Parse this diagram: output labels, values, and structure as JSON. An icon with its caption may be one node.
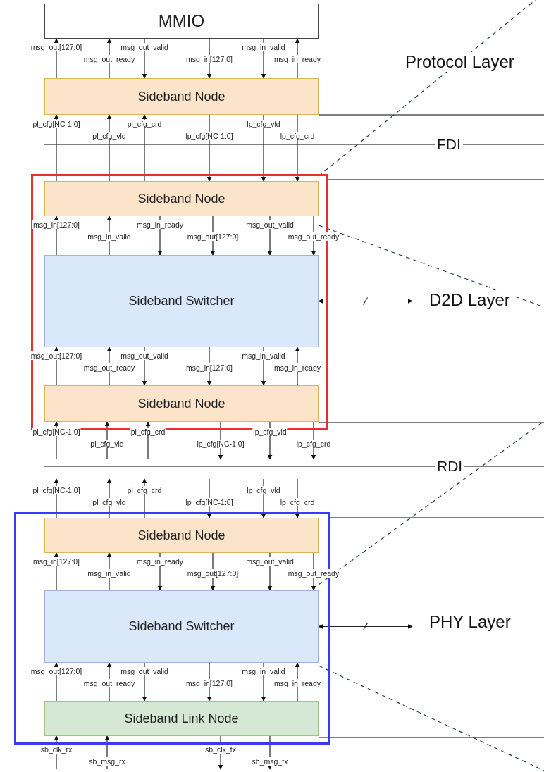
{
  "diagram": {
    "nodes": [
      {
        "text": [
          "MMIO"
        ]
      },
      {
        "text": [
          "Sideband Node"
        ]
      },
      {
        "text": [],
        "shape": "box"
      },
      {
        "text": [
          "Sideband Node"
        ],
        "in": 2
      },
      {
        "text": [
          "Sideband Switcher"
        ],
        "in": 2
      },
      {
        "text": [
          "Sideband Node"
        ],
        "in": 2
      },
      {
        "text": [],
        "shape": "box"
      },
      {
        "text": [
          "Sideband Node"
        ],
        "in": 6
      },
      {
        "text": [
          "Sideband Switcher"
        ],
        "in": 6
      },
      {
        "text": [
          "Sideband Link Node"
        ],
        "in": 6
      }
    ],
    "edges": [
      {
        "from": 1,
        "to": 0,
        "arrow": "to",
        "label": "msg_out[127:0]"
      },
      {
        "from": 1,
        "to": 0,
        "arrow": "to",
        "label": "msg_out_ready"
      },
      {
        "from": 0,
        "to": 1,
        "arrow": "to",
        "label": "msg_out_valid"
      },
      {
        "from": 0,
        "to": 1,
        "arrow": "to",
        "label": "msg_in[127:0]"
      },
      {
        "from": 0,
        "to": 1,
        "arrow": "to",
        "label": "msg_in_valid"
      },
      {
        "from": 1,
        "to": 0,
        "arrow": "to",
        "label": "msg_in_ready"
      },
      {
        "from": 3,
        "to": 1,
        "arrow": "to",
        "label": "pl_cfg[NC-1:0]"
      },
      {
        "from": 3,
        "to": 1,
        "arrow": "to",
        "label": "pl_cfg_vld"
      },
      {
        "from": 3,
        "to": 1,
        "arrow": "to",
        "label": "pl_cfg_crd"
      },
      {
        "from": 1,
        "to": 3,
        "arrow": "to",
        "label": "lp_cfg[NC-1:0]"
      },
      {
        "from": 1,
        "to": 3,
        "arrow": "to",
        "label": "lp_cfg_vld"
      },
      {
        "from": 1,
        "to": 3,
        "arrow": "to",
        "label": "lp_cfg_crd"
      },
      {
        "from": 4,
        "to": 3,
        "arrow": "to",
        "label": "msg_in[127:0]"
      },
      {
        "from": 4,
        "to": 3,
        "arrow": "to",
        "label": "msg_in_valid"
      },
      {
        "from": 3,
        "to": 4,
        "arrow": "to",
        "label": "msg_in_ready"
      },
      {
        "from": 3,
        "to": 4,
        "arrow": "to",
        "label": "msg_out[127:0]"
      },
      {
        "from": 3,
        "to": 4,
        "arrow": "to",
        "label": "msg_out_valid"
      },
      {
        "from": 3,
        "to": 4,
        "arrow": "to",
        "label": "msg_out_ready"
      },
      {
        "from": 5,
        "to": 4,
        "arrow": "to",
        "label": "msg_out[127:0]"
      },
      {
        "from": 5,
        "to": 4,
        "arrow": "to",
        "label": "msg_out_ready"
      },
      {
        "from": 4,
        "to": 5,
        "arrow": "to",
        "label": "msg_out_valid"
      },
      {
        "from": 4,
        "to": 5,
        "arrow": "to",
        "label": "msg_in[127:0]"
      },
      {
        "from": 4,
        "to": 5,
        "arrow": "to",
        "label": "msg_in_valid"
      },
      {
        "from": 5,
        "to": 4,
        "arrow": "to",
        "label": "msg_in_ready"
      },
      {
        "from": null,
        "to": 5,
        "arrow": "to",
        "label": "pl_cfg[NC-1:0]"
      },
      {
        "from": null,
        "to": 5,
        "arrow": "to",
        "label": "pl_cfg_vld"
      },
      {
        "from": null,
        "to": 5,
        "arrow": "to",
        "label": "pl_cfg_crd"
      },
      {
        "from": 5,
        "to": null,
        "arrow": "to",
        "label": "lp_cfg[NC-1:0]"
      },
      {
        "from": 5,
        "to": null,
        "arrow": "to",
        "label": "lp_cfg_vld"
      },
      {
        "from": 5,
        "to": null,
        "arrow": "to",
        "label": "lp_cfg_crd"
      },
      {
        "from": 7,
        "to": null,
        "arrow": "to",
        "label": "pl_cfg[NC-1:0]"
      },
      {
        "from": 7,
        "to": null,
        "arrow": "to",
        "label": "pl_cfg_vld"
      },
      {
        "from": 7,
        "to": null,
        "arrow": "to",
        "label": "pl_cfg_crd"
      },
      {
        "from": null,
        "to": 7,
        "arrow": "to",
        "label": "lp_cfg[NC-1:0]"
      },
      {
        "from": null,
        "to": 7,
        "arrow": "to",
        "label": "lp_cfg_vld"
      },
      {
        "from": null,
        "to": 7,
        "arrow": "to",
        "label": "lp_cfg_crd"
      },
      {
        "from": 8,
        "to": 7,
        "arrow": "to",
        "label": "msg_in[127:0]"
      },
      {
        "from": 8,
        "to": 7,
        "arrow": "to",
        "label": "msg_in_valid"
      },
      {
        "from": 7,
        "to": 8,
        "arrow": "to",
        "label": "msg_in_ready"
      },
      {
        "from": 7,
        "to": 8,
        "arrow": "to",
        "label": "msg_out[127:0]"
      },
      {
        "from": 7,
        "to": 8,
        "arrow": "to",
        "label": "msg_out_valid"
      },
      {
        "from": 7,
        "to": 8,
        "arrow": "to",
        "label": "msg_out_ready"
      },
      {
        "from": 9,
        "to": 8,
        "arrow": "to",
        "label": "msg_out[127:0]"
      },
      {
        "from": 9,
        "to": 8,
        "arrow": "to",
        "label": "msg_out_ready"
      },
      {
        "from": 8,
        "to": 9,
        "arrow": "to",
        "label": "msg_out_valid"
      },
      {
        "from": 8,
        "to": 9,
        "arrow": "to",
        "label": "msg_in[127:0]"
      },
      {
        "from": 8,
        "to": 9,
        "arrow": "to",
        "label": "msg_in_valid"
      },
      {
        "from": 9,
        "to": 8,
        "arrow": "to",
        "label": "msg_in_ready"
      },
      {
        "from": null,
        "to": 9,
        "arrow": "to",
        "label": "sb_clk_rx"
      },
      {
        "from": null,
        "to": 9,
        "arrow": "to",
        "label": "sb_msg_rx"
      },
      {
        "from": 9,
        "to": null,
        "arrow": "to",
        "label": "sb_clk_tx"
      },
      {
        "from": 9,
        "to": null,
        "arrow": "to",
        "label": "sb_msg_tx"
      },
      {
        "from": 4,
        "to": null,
        "arrow": "both"
      },
      {
        "from": 8,
        "to": null,
        "arrow": "both"
      }
    ],
    "labels": [
      "Protocol Layer",
      "FDI",
      "D2D Layer",
      "RDI",
      "PHY Layer"
    ]
  }
}
